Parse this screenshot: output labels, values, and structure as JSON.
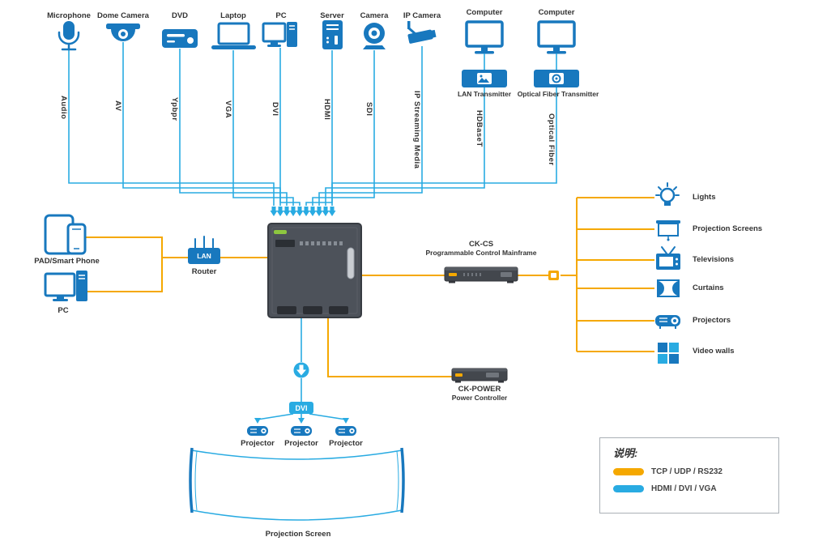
{
  "top_devices": [
    {
      "label": "Microphone",
      "signal": "Audio"
    },
    {
      "label": "Dome Camera",
      "signal": "AV"
    },
    {
      "label": "DVD",
      "signal": "Ypbpr"
    },
    {
      "label": "Laptop",
      "signal": "VGA"
    },
    {
      "label": "PC",
      "signal": "DVI"
    },
    {
      "label": "Server",
      "signal": "HDMI"
    },
    {
      "label": "Camera",
      "signal": "SDI"
    },
    {
      "label": "IP Camera",
      "signal": "IP Streaming Media"
    },
    {
      "label": "Computer",
      "signal": "HDBaseT",
      "transmitter": "LAN Transmitter"
    },
    {
      "label": "Computer",
      "signal": "Optical Fiber",
      "transmitter": "Optical Fiber Transmitter"
    }
  ],
  "left_devices": [
    {
      "label": "PAD/Smart Phone"
    },
    {
      "label": "PC"
    }
  ],
  "router": {
    "badge": "LAN",
    "label": "Router"
  },
  "mainframe": {
    "name": "CK-CS",
    "description": "Programmable Control Mainframe"
  },
  "power_controller": {
    "name": "CK-POWER",
    "description": "Power Controller"
  },
  "outputs_right": [
    {
      "label": "Lights"
    },
    {
      "label": "Projection Screens"
    },
    {
      "label": "Televisions"
    },
    {
      "label": "Curtains"
    },
    {
      "label": "Projectors"
    },
    {
      "label": "Video walls"
    }
  ],
  "dvi_splitter": {
    "label": "DVI"
  },
  "bottom_projectors": [
    {
      "label": "Projector"
    },
    {
      "label": "Projector"
    },
    {
      "label": "Projector"
    }
  ],
  "projection_screen": {
    "label": "Projection Screen"
  },
  "legend": {
    "title": "说明:",
    "items": [
      {
        "label": "TCP / UDP / RS232",
        "color": "#F5A800"
      },
      {
        "label": "HDMI / DVI / VGA",
        "color": "#29ABE2"
      }
    ]
  },
  "colors": {
    "device_blue": "#1878BE",
    "signal_blue": "#29ABE2",
    "control_orange": "#F5A800",
    "chassis_dark": "#4D525A"
  }
}
